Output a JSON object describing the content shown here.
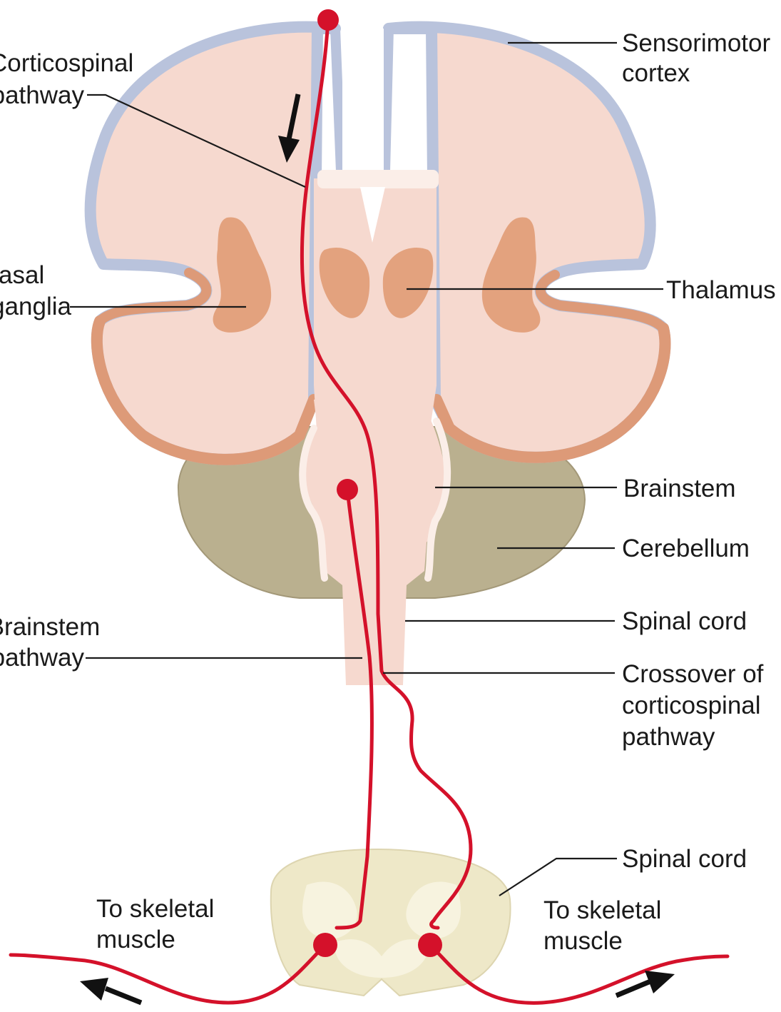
{
  "labels": {
    "corticospinal_pathway": [
      "Corticospinal",
      "pathway"
    ],
    "basal_ganglia": [
      "Basal",
      "ganglia"
    ],
    "brainstem_pathway": [
      "Brainstem",
      "pathway"
    ],
    "sensorimotor_cortex": [
      "Sensorimotor",
      "cortex"
    ],
    "thalamus": [
      "Thalamus"
    ],
    "brainstem": [
      "Brainstem"
    ],
    "cerebellum": [
      "Cerebellum"
    ],
    "spinal_cord_upper": [
      "Spinal cord"
    ],
    "crossover": [
      "Crossover of",
      "corticospinal",
      "pathway"
    ],
    "spinal_cord_lower": [
      "Spinal cord"
    ],
    "to_skeletal_muscle_left": [
      "To skeletal",
      "muscle"
    ],
    "to_skeletal_muscle_right": [
      "To skeletal",
      "muscle"
    ]
  },
  "colors": {
    "pathway": "#d4112a",
    "cortex_rim": "#b9c3dc",
    "brain_fill": "#f6d9cf",
    "basal_ganglia": "#e3a27e",
    "cerebellum": "#b9ae8c",
    "spinal_section": "#efeacc"
  }
}
